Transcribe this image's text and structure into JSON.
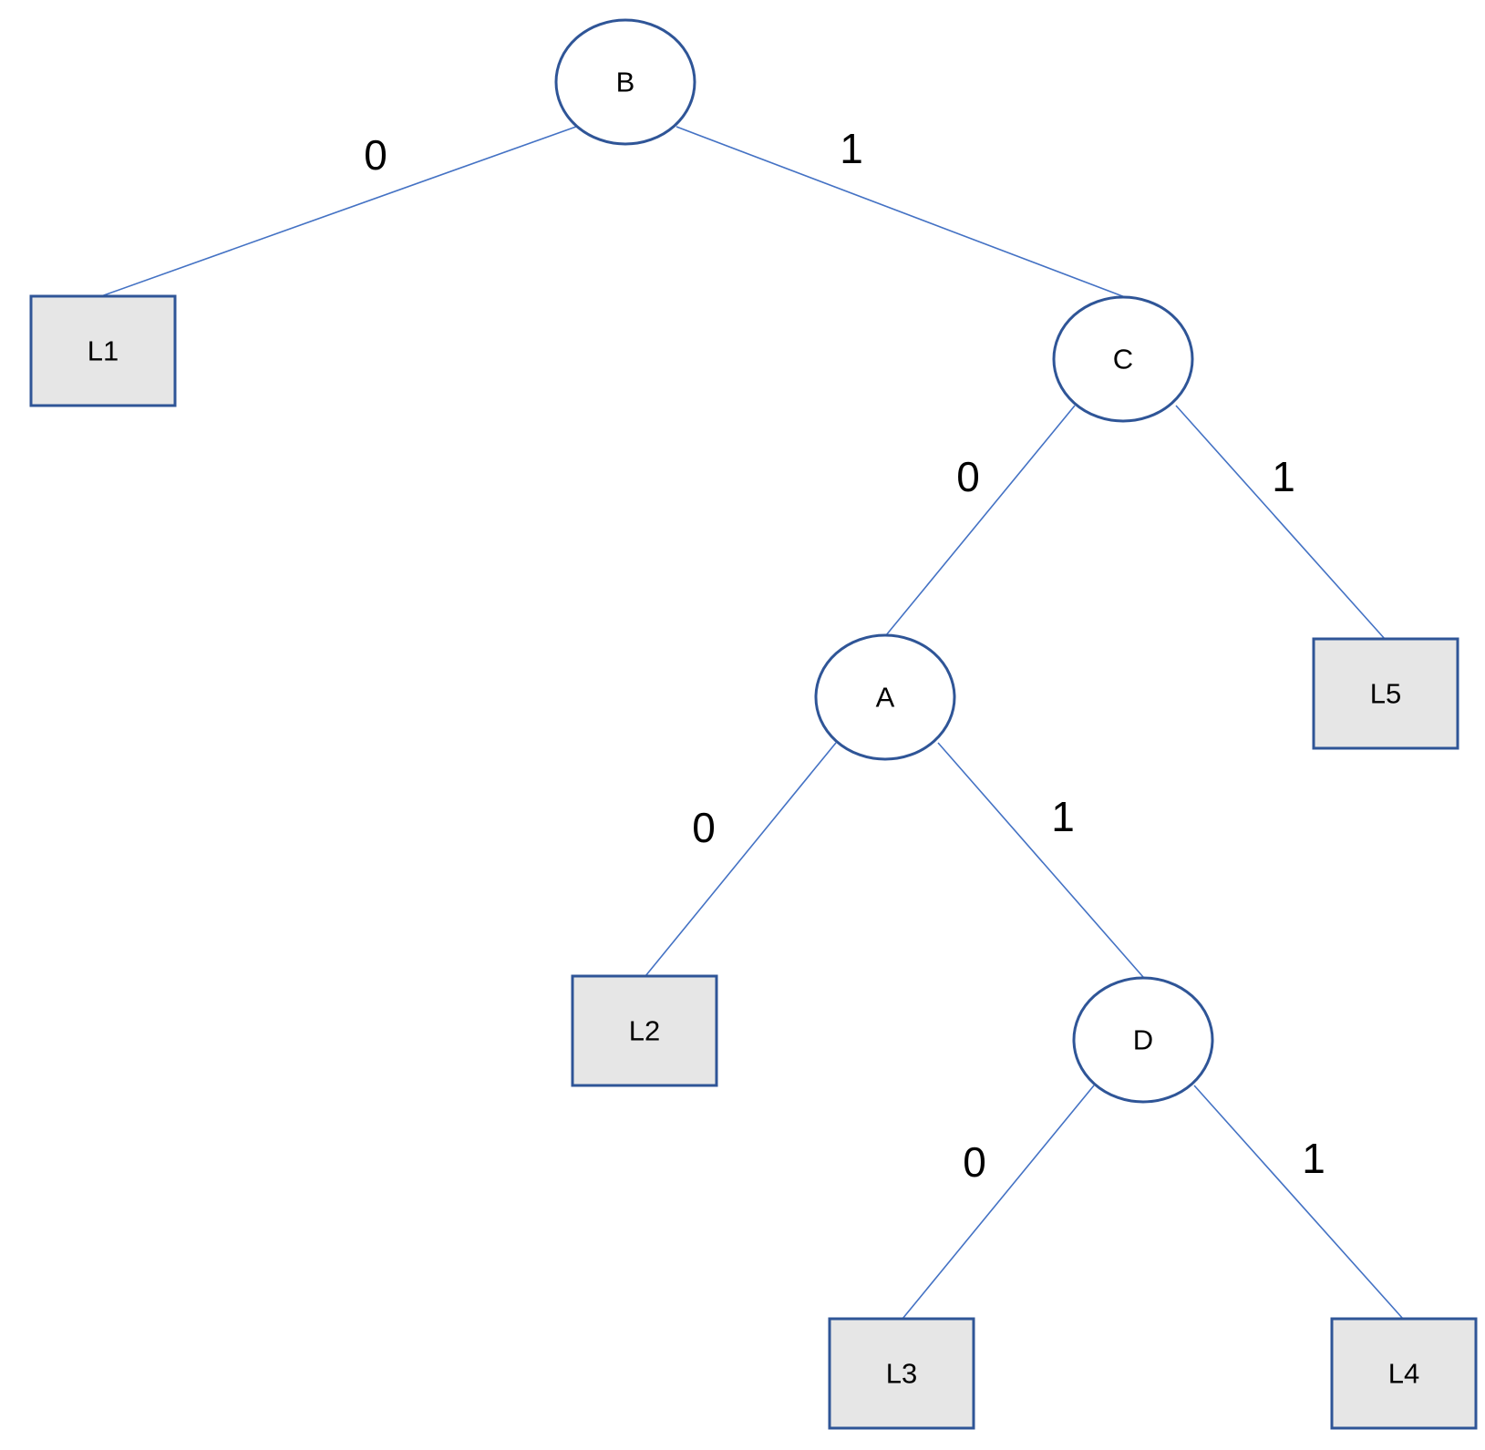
{
  "colors": {
    "edge": "#4472c4",
    "node_stroke": "#2f5597",
    "internal_fill": "#ffffff",
    "leaf_fill": "#e6e6e6",
    "text": "#000000"
  },
  "nodes": [
    {
      "id": "B",
      "label": "B",
      "kind": "internal"
    },
    {
      "id": "C",
      "label": "C",
      "kind": "internal"
    },
    {
      "id": "A",
      "label": "A",
      "kind": "internal"
    },
    {
      "id": "D",
      "label": "D",
      "kind": "internal"
    },
    {
      "id": "L1",
      "label": "L1",
      "kind": "leaf"
    },
    {
      "id": "L2",
      "label": "L2",
      "kind": "leaf"
    },
    {
      "id": "L3",
      "label": "L3",
      "kind": "leaf"
    },
    {
      "id": "L4",
      "label": "L4",
      "kind": "leaf"
    },
    {
      "id": "L5",
      "label": "L5",
      "kind": "leaf"
    }
  ],
  "edges": [
    {
      "from": "B",
      "to": "L1",
      "label": "0"
    },
    {
      "from": "B",
      "to": "C",
      "label": "1"
    },
    {
      "from": "C",
      "to": "A",
      "label": "0"
    },
    {
      "from": "C",
      "to": "L5",
      "label": "1"
    },
    {
      "from": "A",
      "to": "L2",
      "label": "0"
    },
    {
      "from": "A",
      "to": "D",
      "label": "1"
    },
    {
      "from": "D",
      "to": "L3",
      "label": "0"
    },
    {
      "from": "D",
      "to": "L4",
      "label": "1"
    }
  ]
}
